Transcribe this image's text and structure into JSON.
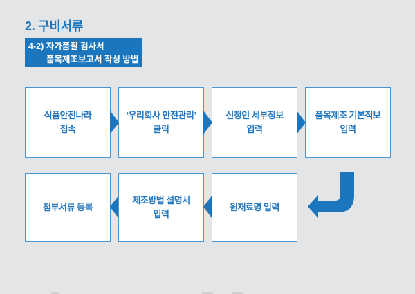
{
  "colors": {
    "background": "#e4e5e7",
    "accent": "#1c76bd",
    "box_border": "#4a97d2",
    "box_text": "#2478c0",
    "box_fill": "#ffffff",
    "badge_text": "#ffffff"
  },
  "header": {
    "title": "2. 구비서류",
    "badge_line1": "4-2) 자가품질 검사서",
    "badge_line2": "품목제조보고서 작성 방법"
  },
  "flowchart": {
    "row1_steps": [
      {
        "line1": "식품안전나라",
        "line2": "접속"
      },
      {
        "line1": "‘우리회사 안전관리’",
        "line2": "클릭"
      },
      {
        "line1": "신청인 세부정보",
        "line2": "입력"
      },
      {
        "line1": "품목제조 기본적보",
        "line2": "입력"
      }
    ],
    "row2_steps": [
      {
        "line1": "첨부서류 등록",
        "line2": ""
      },
      {
        "line1": "제조방법 설명서",
        "line2": "입력"
      },
      {
        "line1": "원재료명 입력",
        "line2": ""
      }
    ],
    "row1_direction": "right",
    "row2_direction": "left"
  }
}
